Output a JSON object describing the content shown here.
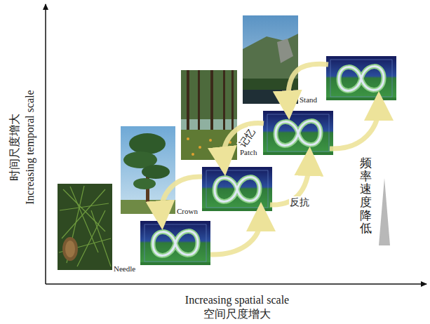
{
  "diagram": {
    "nodes": [
      {
        "text": [
          "Needle"
        ]
      },
      {
        "text": [
          "Crown"
        ]
      },
      {
        "text": [
          "Patch"
        ]
      },
      {
        "text": [
          "Stand"
        ]
      }
    ],
    "labels": [
      "时间尺度增大",
      "Increasing temporal scale",
      "Increasing spatial scale",
      "空间尺度增大",
      "记忆",
      "反抗",
      "频率速度降低"
    ]
  }
}
